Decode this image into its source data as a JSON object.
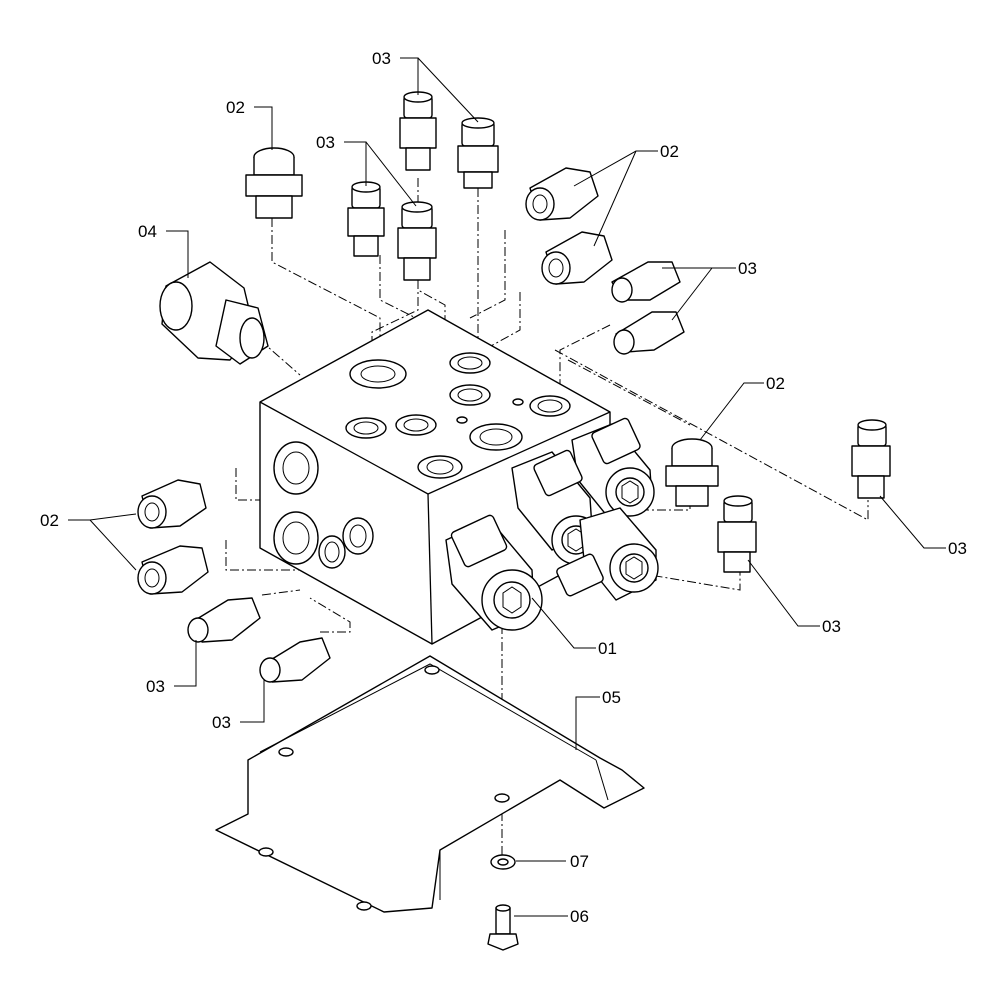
{
  "diagram": {
    "callouts": [
      {
        "id": "c1",
        "text": "03"
      },
      {
        "id": "c2",
        "text": "02"
      },
      {
        "id": "c3",
        "text": "03"
      },
      {
        "id": "c4",
        "text": "02"
      },
      {
        "id": "c5",
        "text": "04"
      },
      {
        "id": "c6",
        "text": "03"
      },
      {
        "id": "c7",
        "text": "02"
      },
      {
        "id": "c8",
        "text": "03"
      },
      {
        "id": "c9",
        "text": "02"
      },
      {
        "id": "c10",
        "text": "03"
      },
      {
        "id": "c11",
        "text": "03"
      },
      {
        "id": "c12",
        "text": "01"
      },
      {
        "id": "c13",
        "text": "03"
      },
      {
        "id": "c14",
        "text": "03"
      },
      {
        "id": "c15",
        "text": "05"
      },
      {
        "id": "c16",
        "text": "07"
      },
      {
        "id": "c17",
        "text": "06"
      }
    ]
  }
}
